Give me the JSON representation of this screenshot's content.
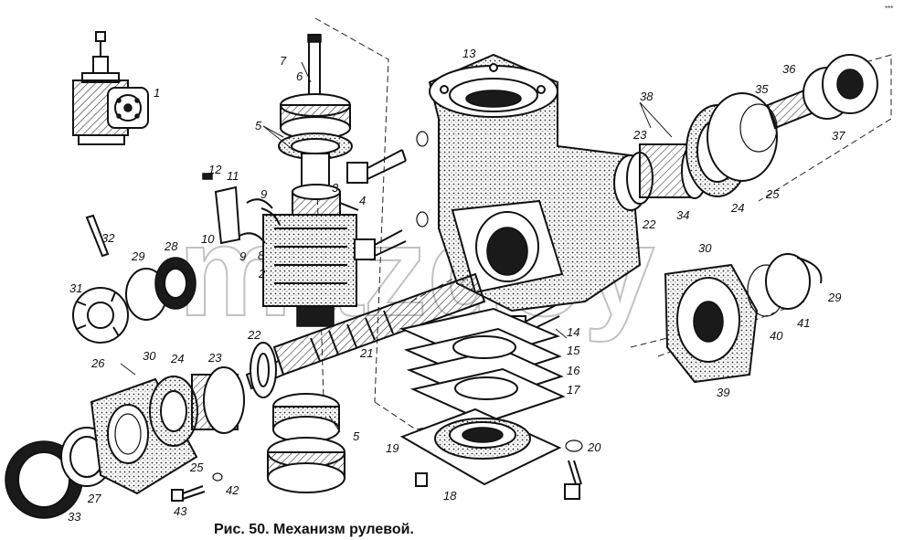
{
  "caption": "Рис. 50. Механизм рулевой.",
  "watermark": "mazdoy",
  "corner_mark": "*** ",
  "labels": {
    "l1": "1",
    "l2": "2",
    "l3": "3",
    "l4": "4",
    "l5a": "5",
    "l5b": "5",
    "l6": "6",
    "l7": "7",
    "l8": "8",
    "l9a": "9",
    "l9b": "9",
    "l10": "10",
    "l11": "11",
    "l12": "12",
    "l13": "13",
    "l14": "14",
    "l15": "15",
    "l16": "16",
    "l17": "17",
    "l18": "18",
    "l19": "19",
    "l20": "20",
    "l21": "21",
    "l22a": "22",
    "l22b": "22",
    "l23a": "23",
    "l23b": "23",
    "l24a": "24",
    "l24b": "24",
    "l25a": "25",
    "l25b": "25",
    "l26": "26",
    "l27": "27",
    "l28": "28",
    "l29a": "29",
    "l29b": "29",
    "l30a": "30",
    "l30b": "30",
    "l31": "31",
    "l32": "32",
    "l33": "33",
    "l34": "34",
    "l35": "35",
    "l36": "36",
    "l37": "37",
    "l38": "38",
    "l39": "39",
    "l40": "40",
    "l41": "41",
    "l42": "42",
    "l43": "43"
  }
}
